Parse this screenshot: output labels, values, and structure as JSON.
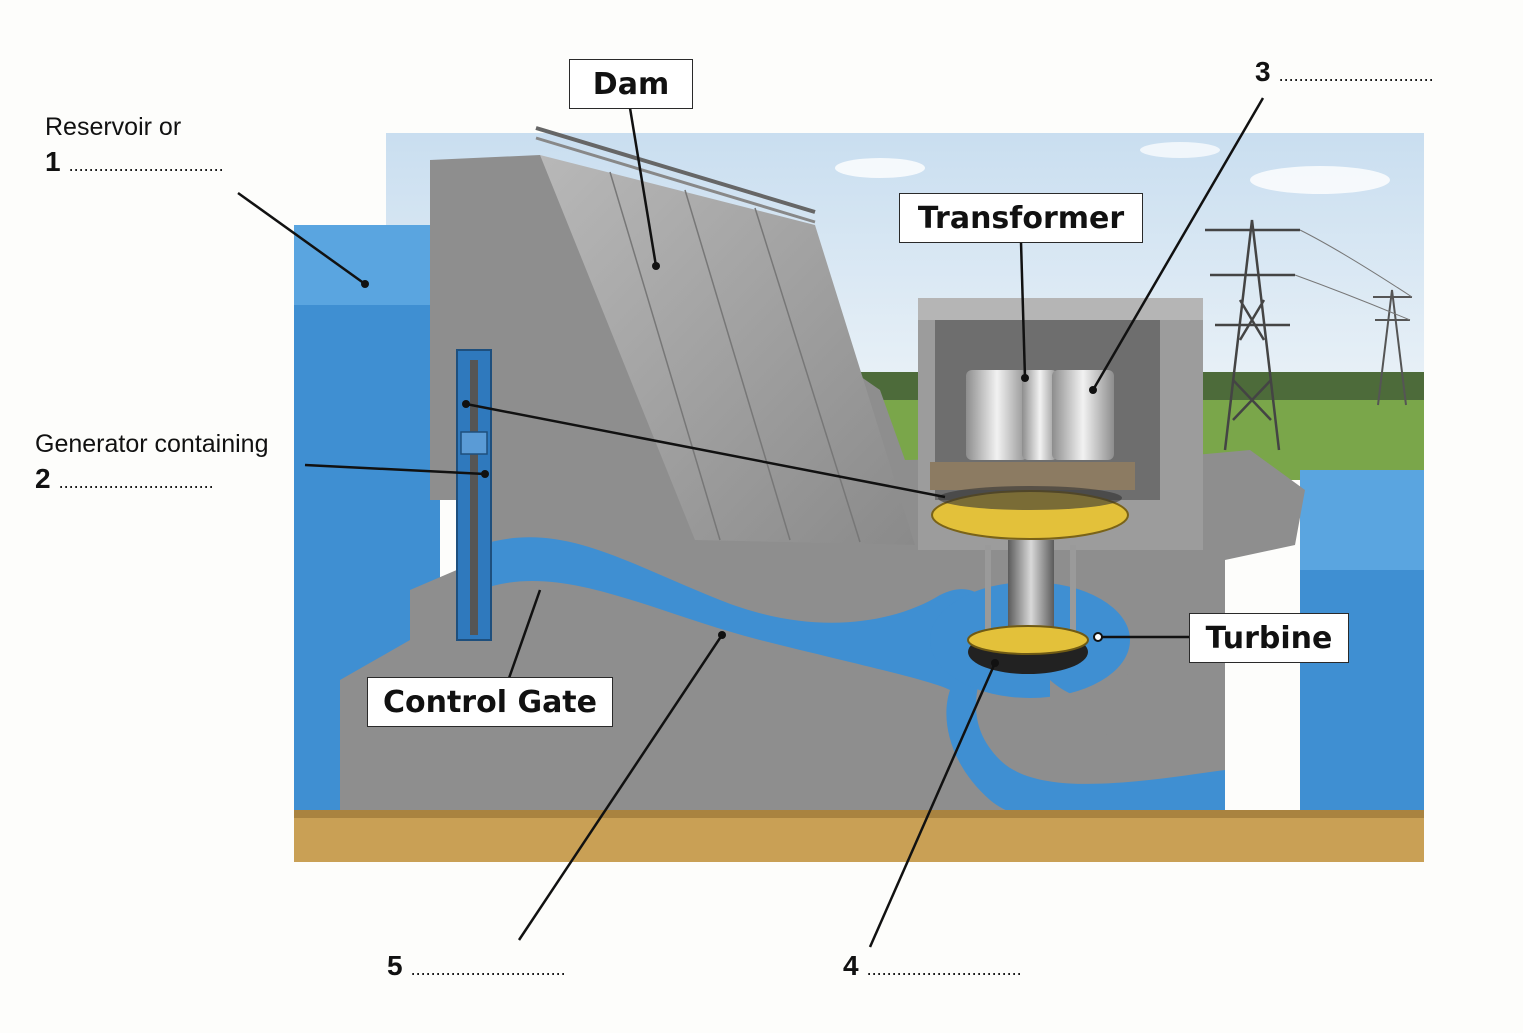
{
  "labels": {
    "dam": "Dam",
    "transformer": "Transformer",
    "turbine": "Turbine",
    "control_gate": "Control Gate",
    "reservoir": "Reservoir or",
    "generator": "Generator containing"
  },
  "blanks": [
    {
      "number": "1",
      "dots": "..............................."
    },
    {
      "number": "2",
      "dots": "..............................."
    },
    {
      "number": "3",
      "dots": "..............................."
    },
    {
      "number": "4",
      "dots": "..............................."
    },
    {
      "number": "5",
      "dots": "..............................."
    }
  ],
  "colors": {
    "water": "#3f8fd2",
    "water_dark": "#2f79bd",
    "concrete": "#8e8e8e",
    "concrete_dark": "#6f6f6f",
    "ground": "#c9a055",
    "sky": "#d8e8f4",
    "grass": "#7aa64a",
    "turbine_ring": "#e3c13a"
  }
}
